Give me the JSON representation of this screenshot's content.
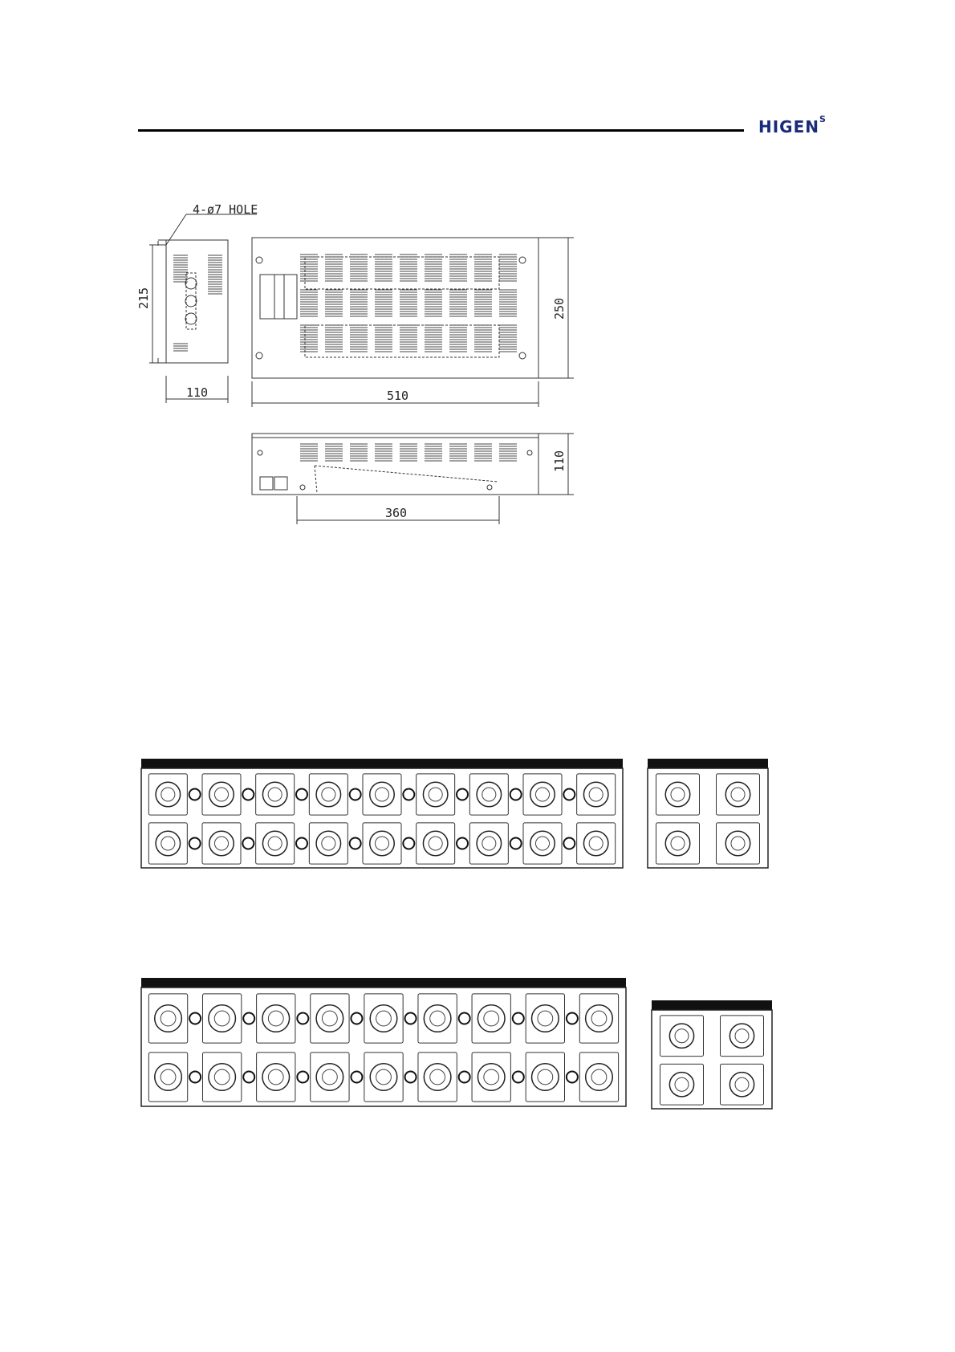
{
  "header": {
    "logo": "HIGEN",
    "logo_sup": "S"
  },
  "drawing": {
    "hole_note": "4-ø7 HOLE",
    "dims": {
      "height_side": "215",
      "depth_side": "110",
      "width_front": "510",
      "height_front": "250",
      "height_bottom": "110",
      "width_bottom": "360"
    }
  },
  "terminal_blocks": [
    {
      "rows": 2,
      "cols": 9
    },
    {
      "rows": 2,
      "cols": 2
    },
    {
      "rows": 2,
      "cols": 9
    },
    {
      "rows": 2,
      "cols": 2
    }
  ]
}
